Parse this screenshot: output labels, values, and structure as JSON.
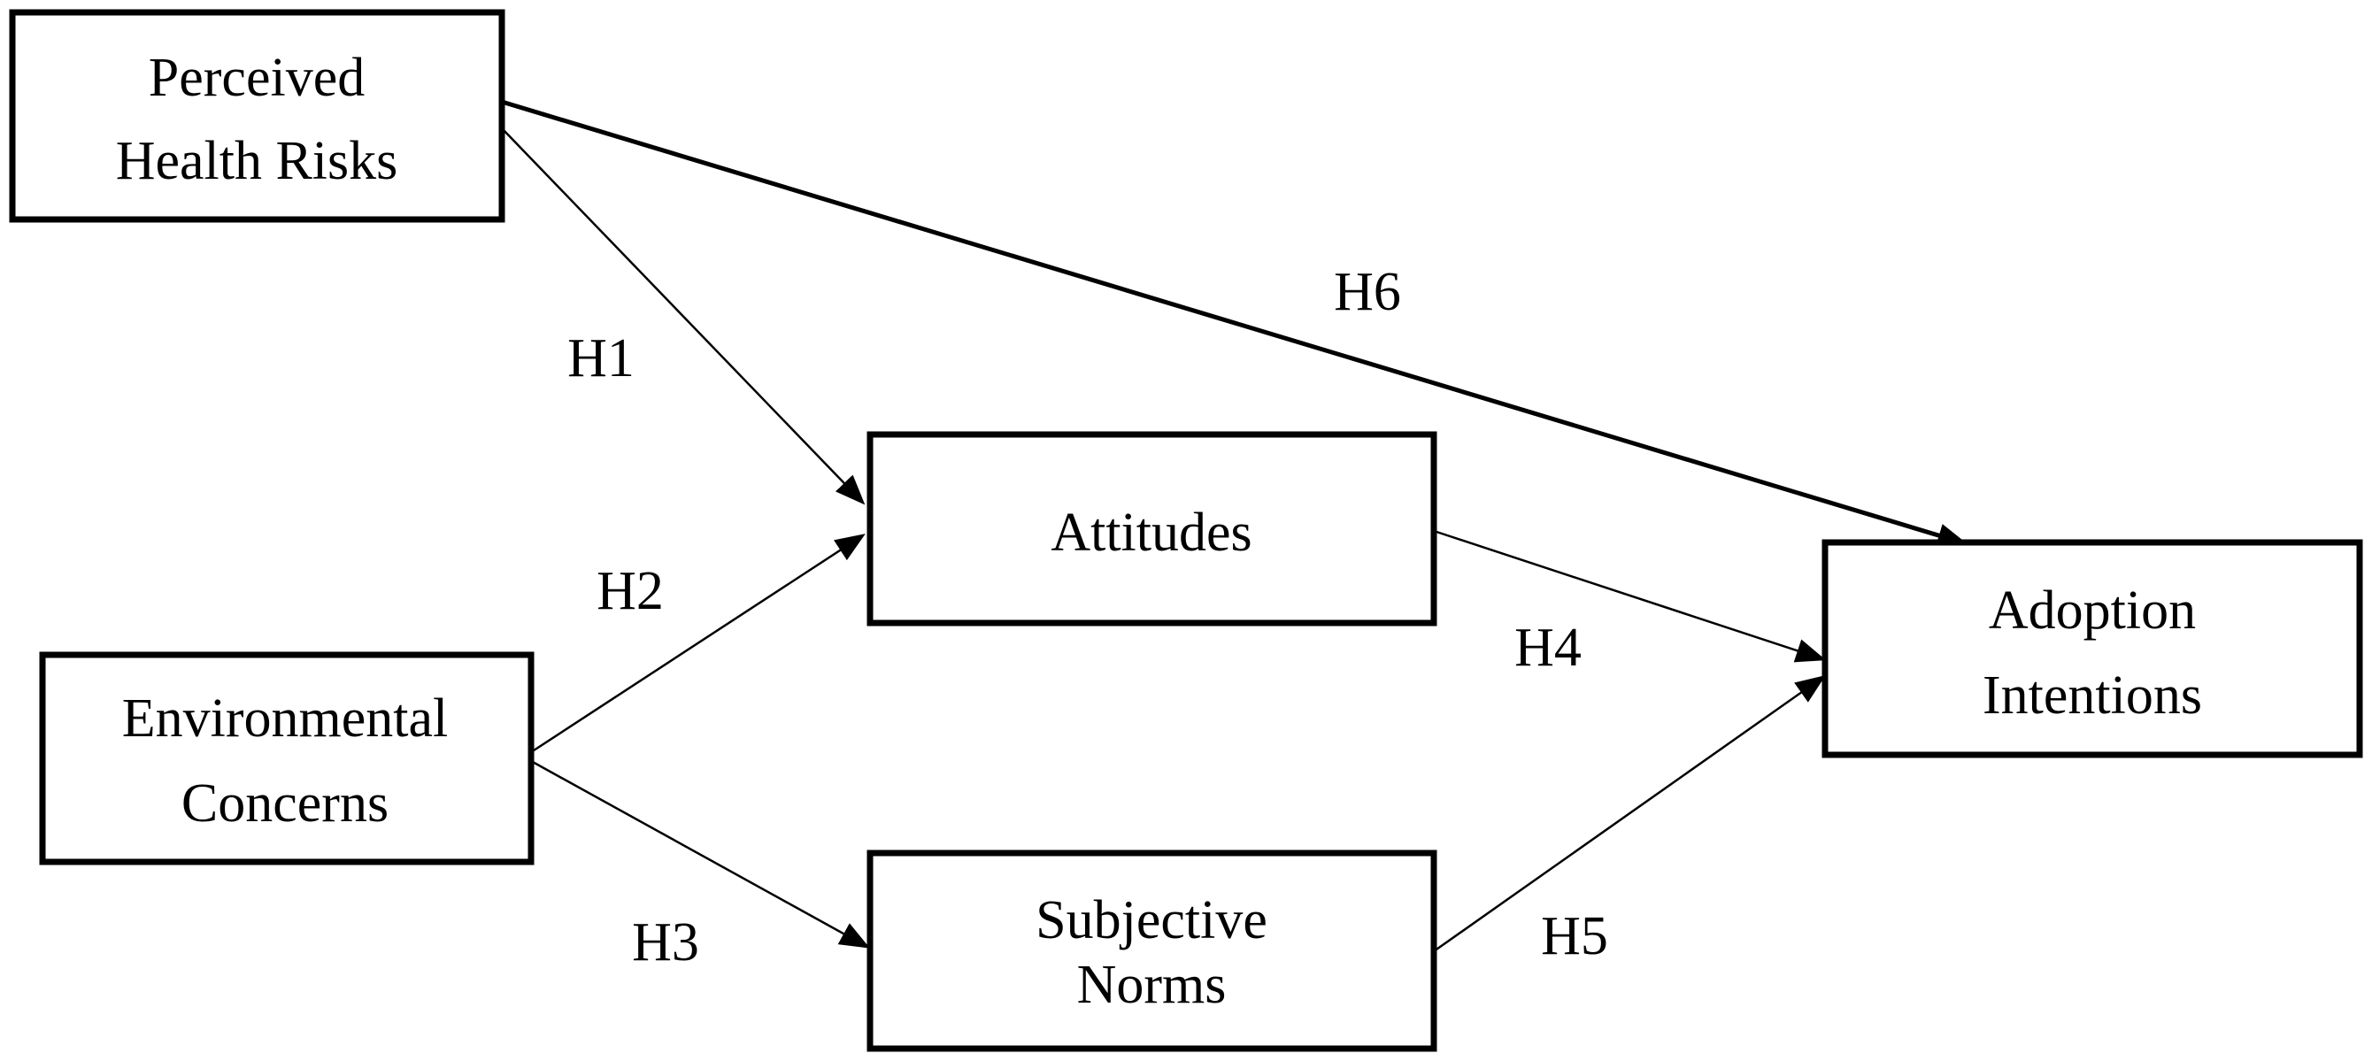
{
  "nodes": {
    "health_risks": {
      "line1": "Perceived",
      "line2": "Health Risks"
    },
    "environmental": {
      "line1": "Environmental",
      "line2": "Concerns"
    },
    "attitudes": {
      "line1": "Attitudes"
    },
    "subjective_norms": {
      "line1": "Subjective",
      "line2": "Norms"
    },
    "adoption": {
      "line1": "Adoption",
      "line2": "Intentions"
    }
  },
  "hypotheses": {
    "h1": "H1",
    "h2": "H2",
    "h3": "H3",
    "h4": "H4",
    "h5": "H5",
    "h6": "H6"
  },
  "edges": [
    {
      "from": "Perceived Health Risks",
      "to": "Attitudes",
      "label": "H1"
    },
    {
      "from": "Environmental Concerns",
      "to": "Attitudes",
      "label": "H2"
    },
    {
      "from": "Environmental Concerns",
      "to": "Subjective Norms",
      "label": "H3"
    },
    {
      "from": "Attitudes",
      "to": "Adoption Intentions",
      "label": "H4"
    },
    {
      "from": "Subjective Norms",
      "to": "Adoption Intentions",
      "label": "H5"
    },
    {
      "from": "Perceived Health Risks",
      "to": "Adoption Intentions",
      "label": "H6"
    }
  ]
}
